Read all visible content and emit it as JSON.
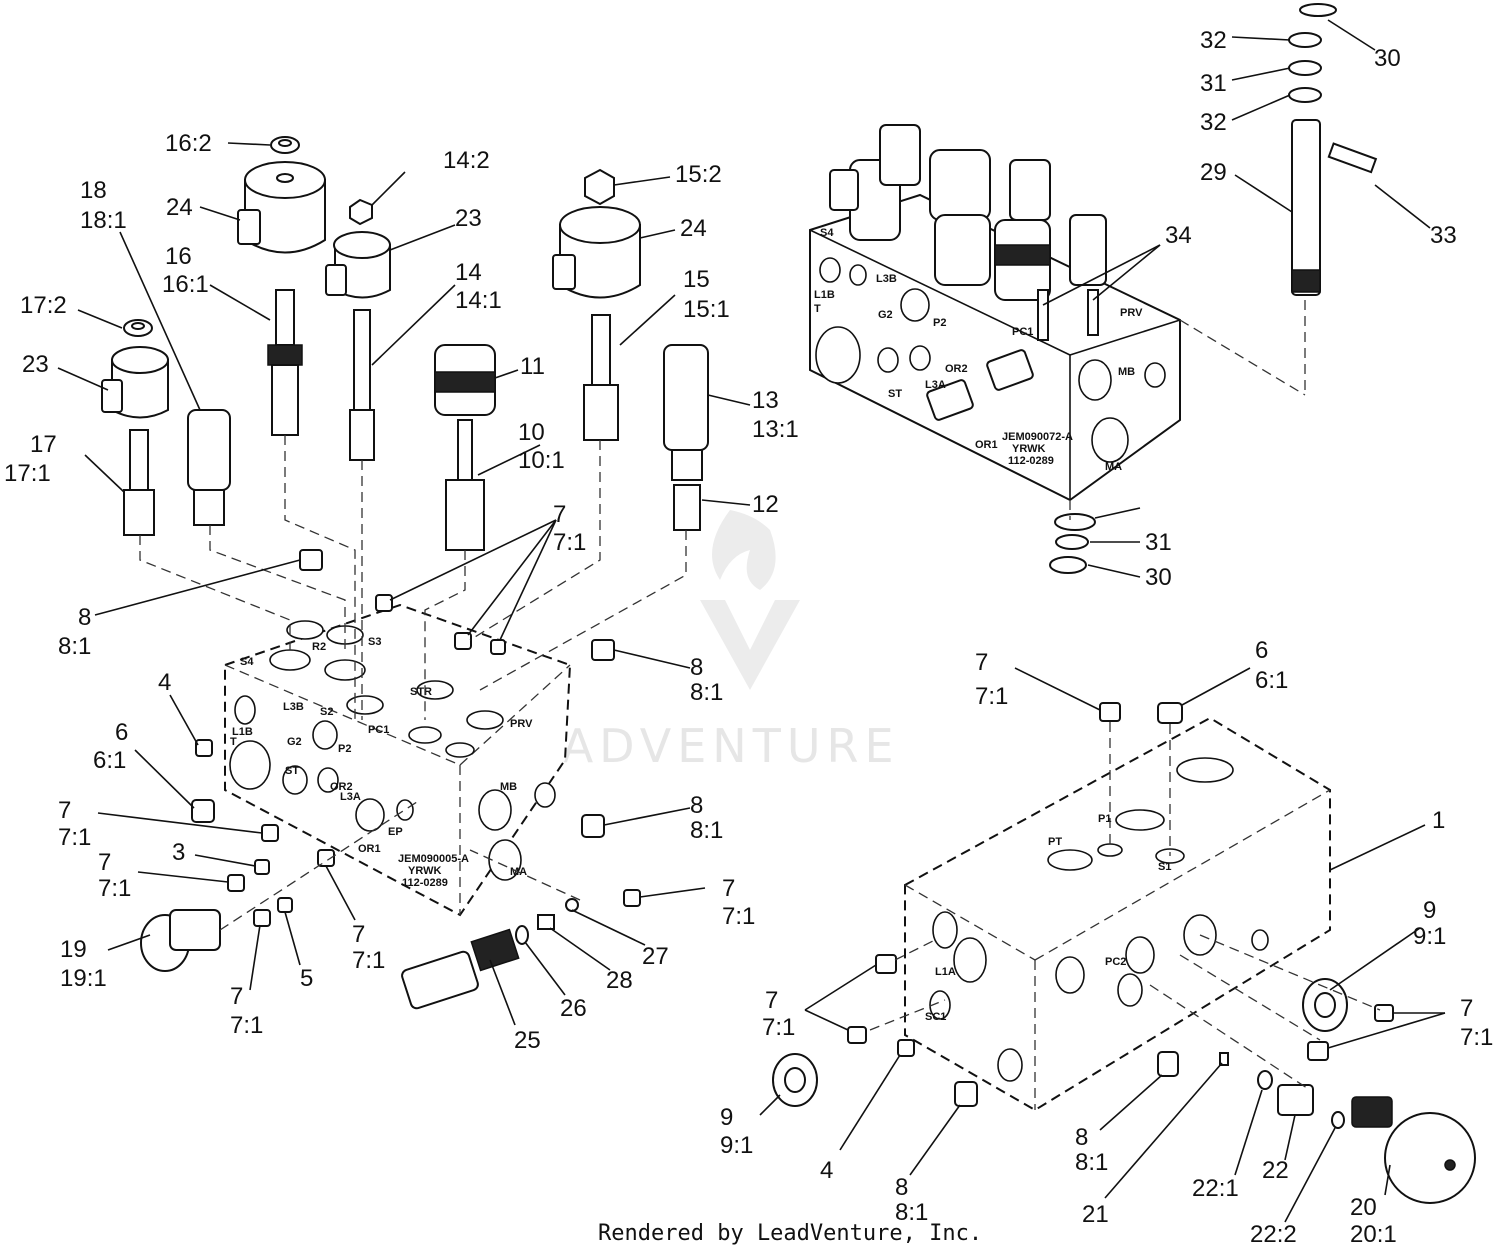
{
  "watermark": "LEADVENTURE",
  "credit": "Rendered by LeadVenture, Inc.",
  "block_labels": {
    "main_part_no": "JEM090005-A",
    "main_code": "YRWK",
    "main_num": "112-0289",
    "top_part_no": "JEM090072-A",
    "top_code": "YRWK",
    "top_num": "112-0289"
  },
  "port_labels": [
    "S4",
    "R2",
    "S3",
    "L1B",
    "L3B",
    "S2",
    "PC1",
    "STR",
    "PRV",
    "G2",
    "P2",
    "T",
    "ST",
    "OR2",
    "L3A",
    "MB",
    "MA",
    "EP",
    "OR1",
    "PT",
    "P1",
    "S1",
    "PC2",
    "L1A",
    "SC1"
  ],
  "callouts": [
    {
      "text": "16:2"
    },
    {
      "text": "14:2"
    },
    {
      "text": "15:2"
    },
    {
      "text": "18"
    },
    {
      "text": "18:1"
    },
    {
      "text": "24"
    },
    {
      "text": "23"
    },
    {
      "text": "24"
    },
    {
      "text": "16"
    },
    {
      "text": "16:1"
    },
    {
      "text": "14"
    },
    {
      "text": "14:1"
    },
    {
      "text": "15"
    },
    {
      "text": "15:1"
    },
    {
      "text": "17:2"
    },
    {
      "text": "23"
    },
    {
      "text": "11"
    },
    {
      "text": "13"
    },
    {
      "text": "13:1"
    },
    {
      "text": "10"
    },
    {
      "text": "10:1"
    },
    {
      "text": "17"
    },
    {
      "text": "17:1"
    },
    {
      "text": "12"
    },
    {
      "text": "7"
    },
    {
      "text": "7:1"
    },
    {
      "text": "8"
    },
    {
      "text": "8:1"
    },
    {
      "text": "8"
    },
    {
      "text": "8:1"
    },
    {
      "text": "4"
    },
    {
      "text": "6"
    },
    {
      "text": "6:1"
    },
    {
      "text": "7"
    },
    {
      "text": "7:1"
    },
    {
      "text": "8"
    },
    {
      "text": "8:1"
    },
    {
      "text": "3"
    },
    {
      "text": "7"
    },
    {
      "text": "7:1"
    },
    {
      "text": "7"
    },
    {
      "text": "7:1"
    },
    {
      "text": "7"
    },
    {
      "text": "7:1"
    },
    {
      "text": "19"
    },
    {
      "text": "19:1"
    },
    {
      "text": "27"
    },
    {
      "text": "28"
    },
    {
      "text": "26"
    },
    {
      "text": "7"
    },
    {
      "text": "7:1"
    },
    {
      "text": "5"
    },
    {
      "text": "25"
    },
    {
      "text": "32"
    },
    {
      "text": "30"
    },
    {
      "text": "31"
    },
    {
      "text": "32"
    },
    {
      "text": "29"
    },
    {
      "text": "33"
    },
    {
      "text": "34"
    },
    {
      "text": "31"
    },
    {
      "text": "30"
    },
    {
      "text": "7"
    },
    {
      "text": "7:1"
    },
    {
      "text": "6"
    },
    {
      "text": "6:1"
    },
    {
      "text": "1"
    },
    {
      "text": "9"
    },
    {
      "text": "9:1"
    },
    {
      "text": "7"
    },
    {
      "text": "7:1"
    },
    {
      "text": "7"
    },
    {
      "text": "7:1"
    },
    {
      "text": "9"
    },
    {
      "text": "9:1"
    },
    {
      "text": "4"
    },
    {
      "text": "8"
    },
    {
      "text": "8:1"
    },
    {
      "text": "8"
    },
    {
      "text": "8:1"
    },
    {
      "text": "21"
    },
    {
      "text": "22:1"
    },
    {
      "text": "22"
    },
    {
      "text": "22:2"
    },
    {
      "text": "20"
    },
    {
      "text": "20:1"
    }
  ]
}
